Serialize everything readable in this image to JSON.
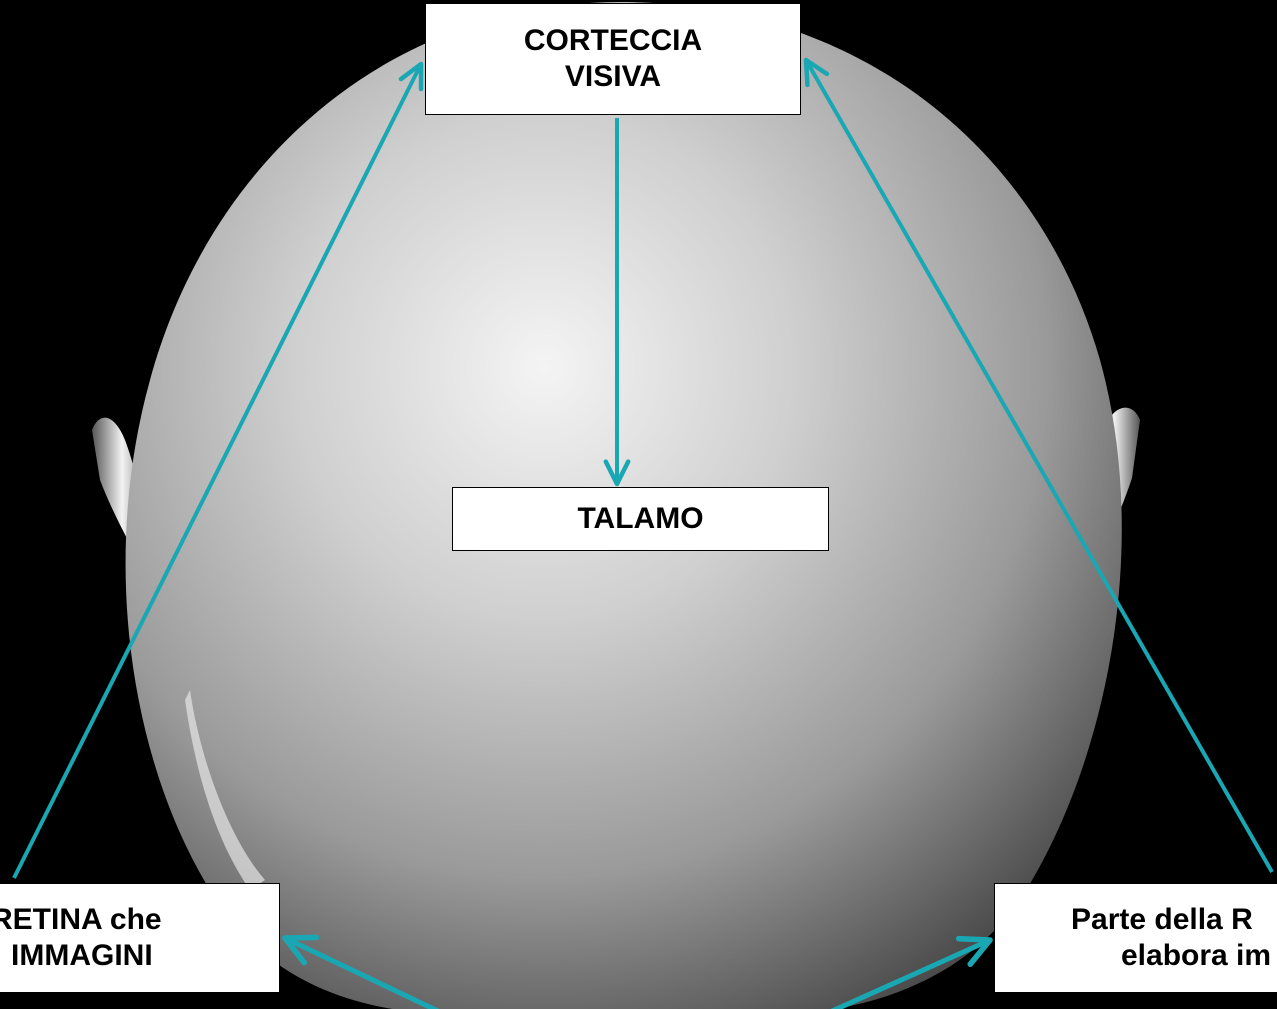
{
  "labels": {
    "cortex_line1": "CORTECCIA",
    "cortex_line2": "VISIVA",
    "talamo": "TALAMO",
    "left_line1": "RETINA che",
    "left_line2": "IMMAGINI",
    "right_line1": "Parte della R",
    "right_line2": "elabora im"
  },
  "colors": {
    "background": "#000000",
    "arrow": "#1aa7b4",
    "box_fill": "#ffffff",
    "box_border": "#000000",
    "text": "#000000"
  }
}
